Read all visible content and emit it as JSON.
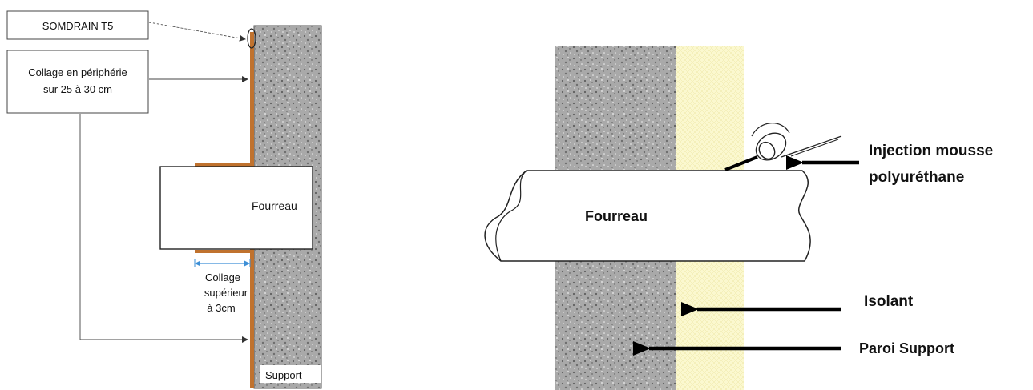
{
  "left_diagram": {
    "label_somdrain": "SOMDRAIN T5",
    "label_collage_line1": "Collage en périphérie",
    "label_collage_line2": "sur 25 à 30 cm",
    "label_fourreau": "Fourreau",
    "label_collage_sup_line1": "Collage",
    "label_collage_sup_line2": "supérieur",
    "label_collage_sup_line3": "à 3cm",
    "label_support": "Support"
  },
  "right_diagram": {
    "label_fourreau": "Fourreau",
    "label_injection_line1": "Injection mousse",
    "label_injection_line2": "polyuréthane",
    "label_isolant": "Isolant",
    "label_paroi": "Paroi Support"
  },
  "colors": {
    "concrete": "#a9a9a9",
    "membrane": "#c0722e",
    "insulation": "#fbf8cf",
    "dimension_line": "#3d8fd6",
    "outline": "#222222"
  }
}
